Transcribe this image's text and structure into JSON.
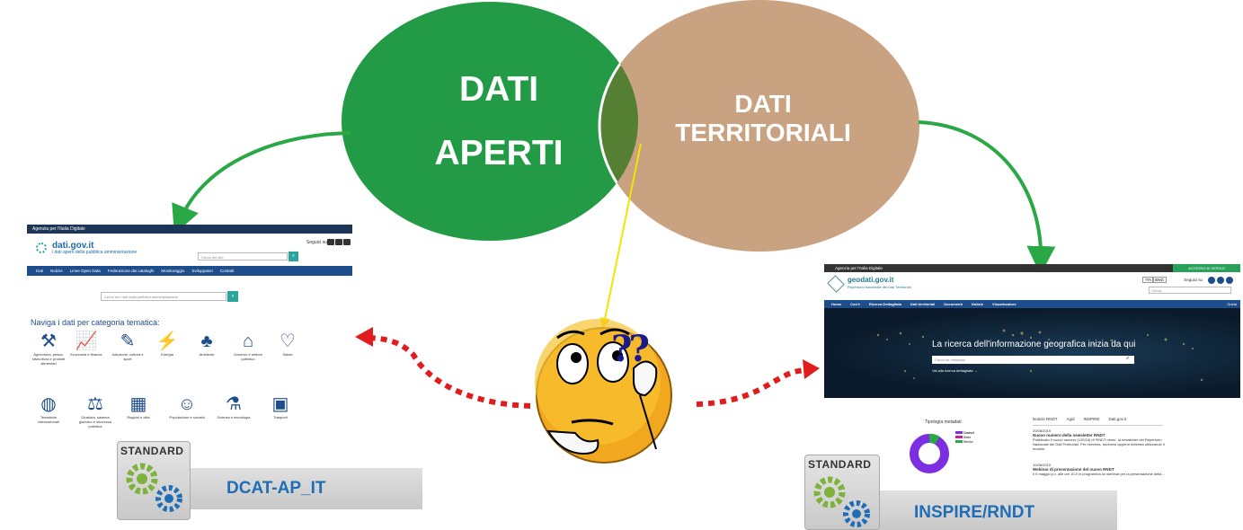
{
  "venn": {
    "left_line1": "DATI",
    "left_line2": "APERTI",
    "right_line1": "DATI",
    "right_line2": "TERRITORIALI",
    "colors": {
      "left": "#239b46",
      "right": "#c9a281",
      "overlap": "#557f32"
    }
  },
  "left_site": {
    "topbar": "Agenzia per l'Italia Digitale",
    "brand_title": "dati.gov.it",
    "brand_subtitle": "i dati aperti della pubblica amministrazione",
    "follow_label": "Seguici su",
    "search_placeholder": "Cerca nel sito",
    "nav": [
      "Dati",
      "Notizie",
      "Linee Open Data",
      "Federazione dei cataloghi",
      "Monitoraggio",
      "Sviluppatori",
      "Contatti"
    ],
    "main_search_placeholder": "Cerca tra i dati della pubblica amministrazione",
    "heading": "Naviga i dati per categoria tematica:",
    "categories": [
      {
        "icon": "agriculture-icon",
        "label": "Agricoltura, pesca, silvicoltura e prodotti alimentari"
      },
      {
        "icon": "economy-icon",
        "label": "Economia e finanze"
      },
      {
        "icon": "education-icon",
        "label": "Istruzione, cultura e sport"
      },
      {
        "icon": "energy-icon",
        "label": "Energia"
      },
      {
        "icon": "environment-icon",
        "label": "Ambiente"
      },
      {
        "icon": "government-icon",
        "label": "Governo e settore pubblico"
      },
      {
        "icon": "health-icon",
        "label": "Salute"
      },
      {
        "icon": "globe-icon",
        "label": "Tematiche internazionali"
      },
      {
        "icon": "justice-icon",
        "label": "Giustizia, sistema giuridico e sicurezza pubblica"
      },
      {
        "icon": "map-icon",
        "label": "Regioni e città"
      },
      {
        "icon": "population-icon",
        "label": "Popolazione e società"
      },
      {
        "icon": "science-icon",
        "label": "Scienza e tecnologia"
      },
      {
        "icon": "transport-icon",
        "label": "Trasporti"
      }
    ]
  },
  "right_site": {
    "topbar": "Agenzia per l'Italia Digitale",
    "access_button": "ACCESSO AI SERVIZI",
    "brand_title": "geodati.gov.it",
    "brand_subtitle": "Repertorio Nazionale dei Dati Territoriali",
    "follow_label": "Seguici su",
    "lang_it": "ITA",
    "lang_en": "ENG",
    "search_placeholder": "Cerca...",
    "nav": [
      "Home",
      "Cos'è",
      "Ricerca Dettagliata",
      "Dati territoriali",
      "Documenti",
      "Notizie",
      "Visualizzatore"
    ],
    "guide": "Guida",
    "hero_title": "La ricerca dell'informazione geografica inizia da qui",
    "hero_placeholder": "Cerca un metadato",
    "hero_link": "Vai alla ricerca dettagliata →",
    "chart_title": "Tipologia metadati",
    "legend": [
      "Dataset",
      "Serie",
      "Servizi"
    ],
    "tabs": [
      "Notizie RNDT",
      "Agid",
      "INSPIRE",
      "Dati.gov.it"
    ],
    "news": [
      {
        "date": "20/06/2019",
        "title": "Nuovo numero della newsletter RNDT",
        "body": "Pubblicato il nuovo numero (1/2019) di 'RNDT news', la newsletter del Repertorio Nazionale dei Dati Territoriali. Per riceverla, iscriversi appena richiesta utilizzando il modulo."
      },
      {
        "date": "10/06/2019",
        "title": "Webinar di presentazione del nuovo RNDT",
        "body": "Il 9 maggio p.v. alle ore 10.0 in programma un webinar per la presentazione della..."
      }
    ]
  },
  "left_badge": {
    "standard": "STANDARD",
    "label": "DCAT-AP_IT"
  },
  "right_badge": {
    "standard": "STANDARD",
    "label": "INSPIRE/RNDT"
  },
  "smiley": {
    "question_marks": "??"
  }
}
